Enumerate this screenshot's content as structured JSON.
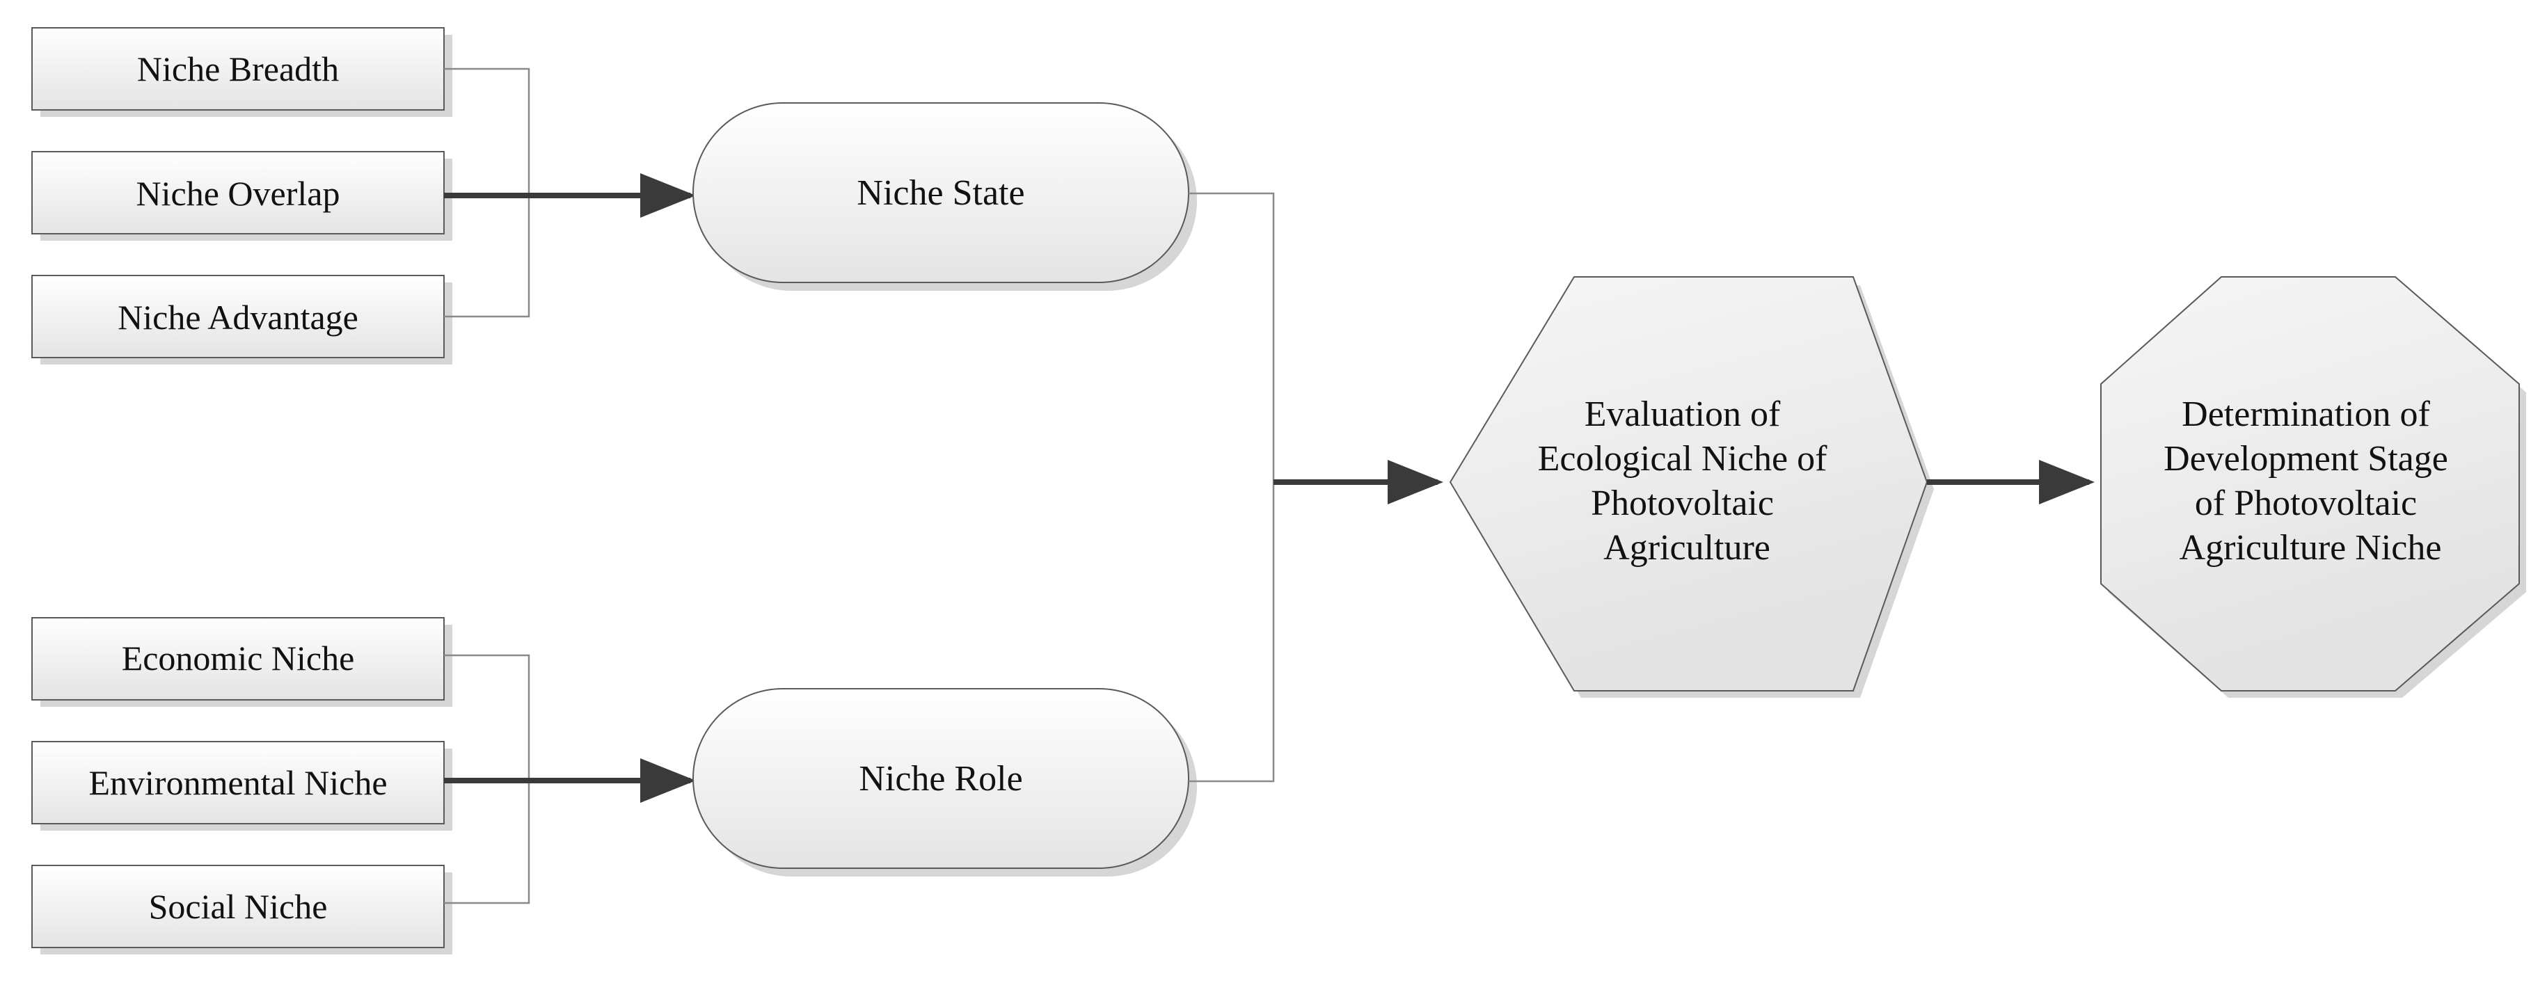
{
  "left_groups": [
    {
      "items": [
        "Niche Breadth",
        "Niche Overlap",
        "Niche Advantage"
      ],
      "target": "Niche State"
    },
    {
      "items": [
        "Economic Niche",
        "Environmental Niche",
        "Social Niche"
      ],
      "target": "Niche Role"
    }
  ],
  "evaluation": {
    "lines": [
      "Evaluation of",
      "Ecological Niche of",
      "Photovoltaic",
      "Agriculture"
    ]
  },
  "determination": {
    "lines": [
      "Determination of",
      "Development Stage",
      "of Photovoltaic",
      "Agriculture Niche"
    ]
  },
  "colors": {
    "box_fill_top": "#ffffff",
    "box_fill_bottom": "#e6e6e6",
    "stroke": "#5a5a5a",
    "arrow": "#3a3a3a",
    "shadow": "#d4d4d4"
  }
}
